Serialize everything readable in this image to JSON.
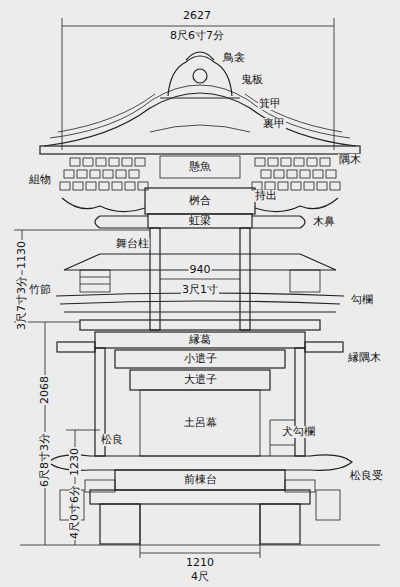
{
  "diagram": {
    "labels": [
      "2627",
      "8尺6寸7分",
      "鳥衾",
      "鬼板",
      "箕甲",
      "裏甲",
      "隅木",
      "懸魚",
      "組物",
      "持出",
      "桝合",
      "虹梁",
      "木鼻",
      "舞台柱",
      "940",
      "3尺1寸",
      "竹節",
      "勾欄",
      "縁葛",
      "縁隅木",
      "小遣子",
      "大遣子",
      "松良",
      "土呂幕",
      "犬勾欄",
      "松良受",
      "前棟台",
      "1210",
      "4尺",
      "1130",
      "3尺7寸3分",
      "2068",
      "6尺8寸3分",
      "1230",
      "4尺0寸6分"
    ]
  }
}
